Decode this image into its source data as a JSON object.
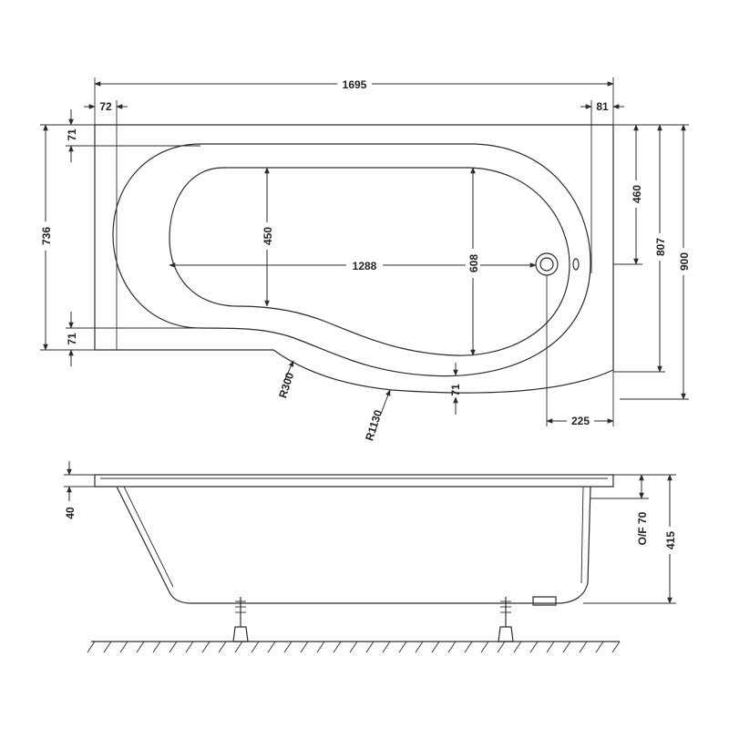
{
  "plan_view": {
    "overall_length": "1695",
    "left_rim_width": "72",
    "right_rim_width": "81",
    "top_rim_width": "71",
    "bottom_rim_width": "71",
    "left_height": "736",
    "inner_bowl_width": "450",
    "inner_bowl_length": "1288",
    "inner_bowl_height": "608",
    "right_upper_height": "460",
    "right_middle_height": "807",
    "overall_width": "900",
    "curve_rim_width": "71",
    "small_radius": "R300",
    "large_radius": "R1130",
    "waste_offset": "225"
  },
  "side_view": {
    "rim_height": "40",
    "overflow_height": "O/F 70",
    "overall_height": "415"
  },
  "colors": {
    "line": "#2b2b2b",
    "background": "#ffffff"
  },
  "icons": [
    "waste-outlet-icon",
    "overflow-icon",
    "adjustable-foot-icon",
    "floor-hatch"
  ]
}
